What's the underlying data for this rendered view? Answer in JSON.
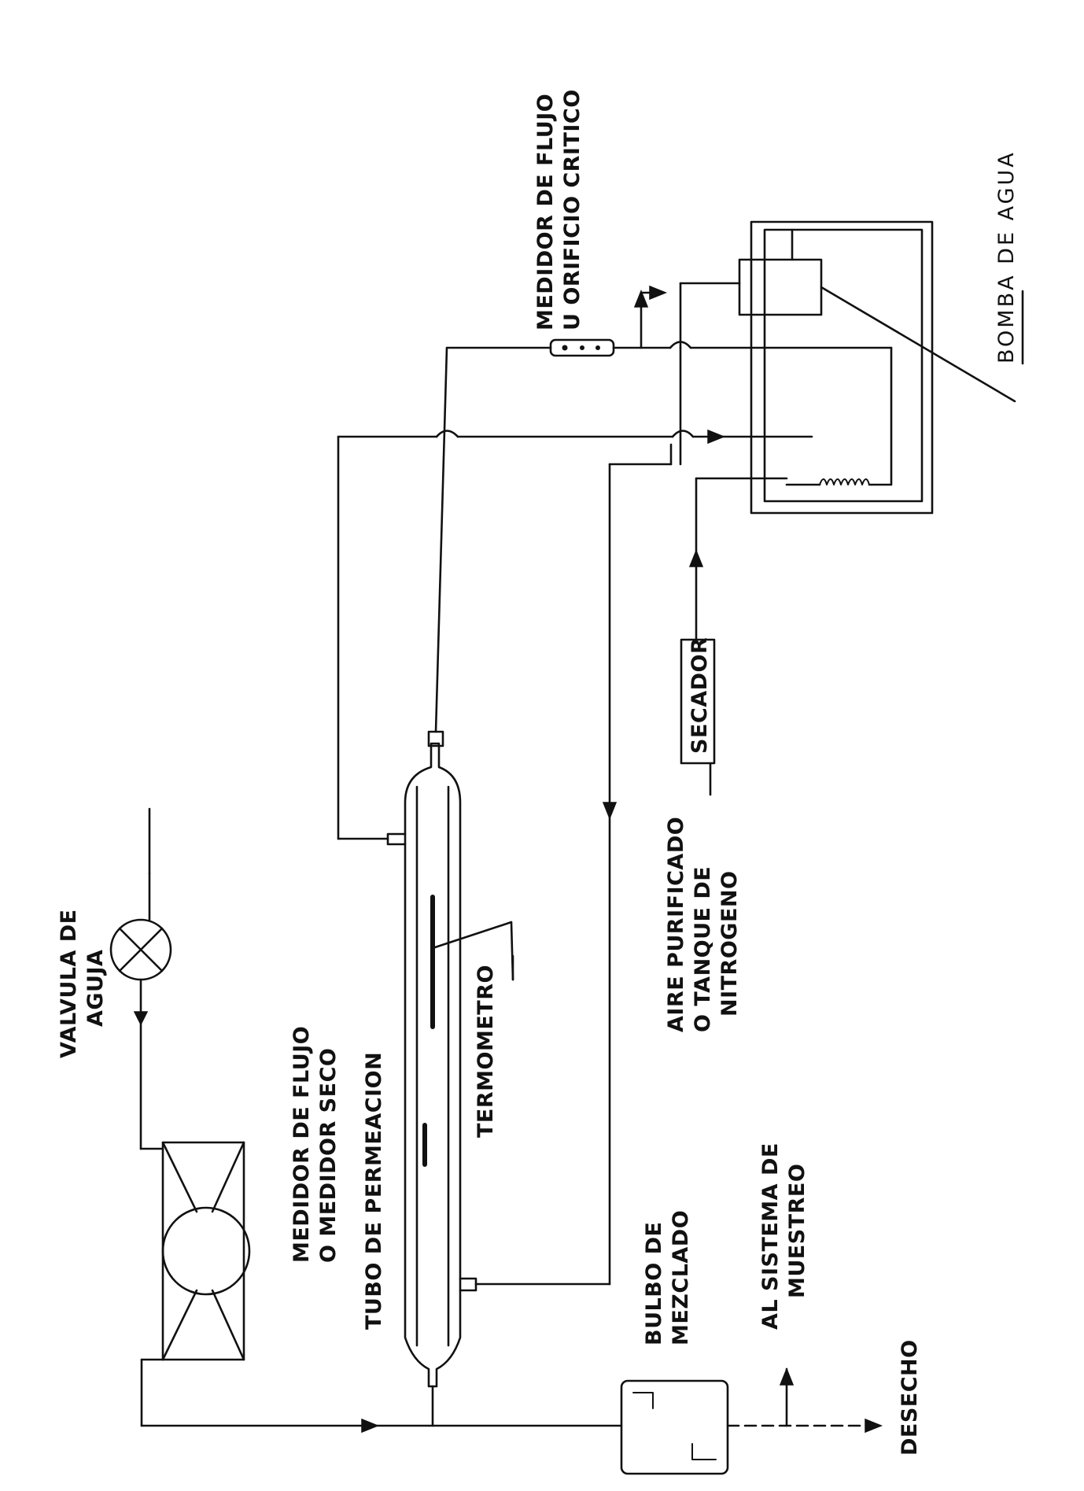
{
  "labels": {
    "valvula_de_aguja": [
      "VALVULA DE",
      "AGUJA"
    ],
    "medidor_flujo_seco": [
      "MEDIDOR DE FLUJO",
      "O MEDIDOR SECO"
    ],
    "tubo_permeacion": "TUBO DE PERMEACION",
    "termometro": "TERMOMETRO",
    "bulbo_mezclado": [
      "BULBO DE",
      "MEZCLADO"
    ],
    "al_sistema_muestreo": [
      "AL SISTEMA DE",
      "MUESTREO"
    ],
    "desecho": "DESECHO",
    "aire_purificado": [
      "AIRE PURIFICADO",
      "O TANQUE DE",
      "NITROGENO"
    ],
    "secador": "SECADOR",
    "medidor_orificio": [
      "MEDIDOR DE FLUJO",
      "U ORIFICIO CRITICO"
    ],
    "bomba_de_agua": "BOMBA DE AGUA"
  },
  "colors": {
    "ink": "#111111",
    "paper": "#ffffff"
  }
}
